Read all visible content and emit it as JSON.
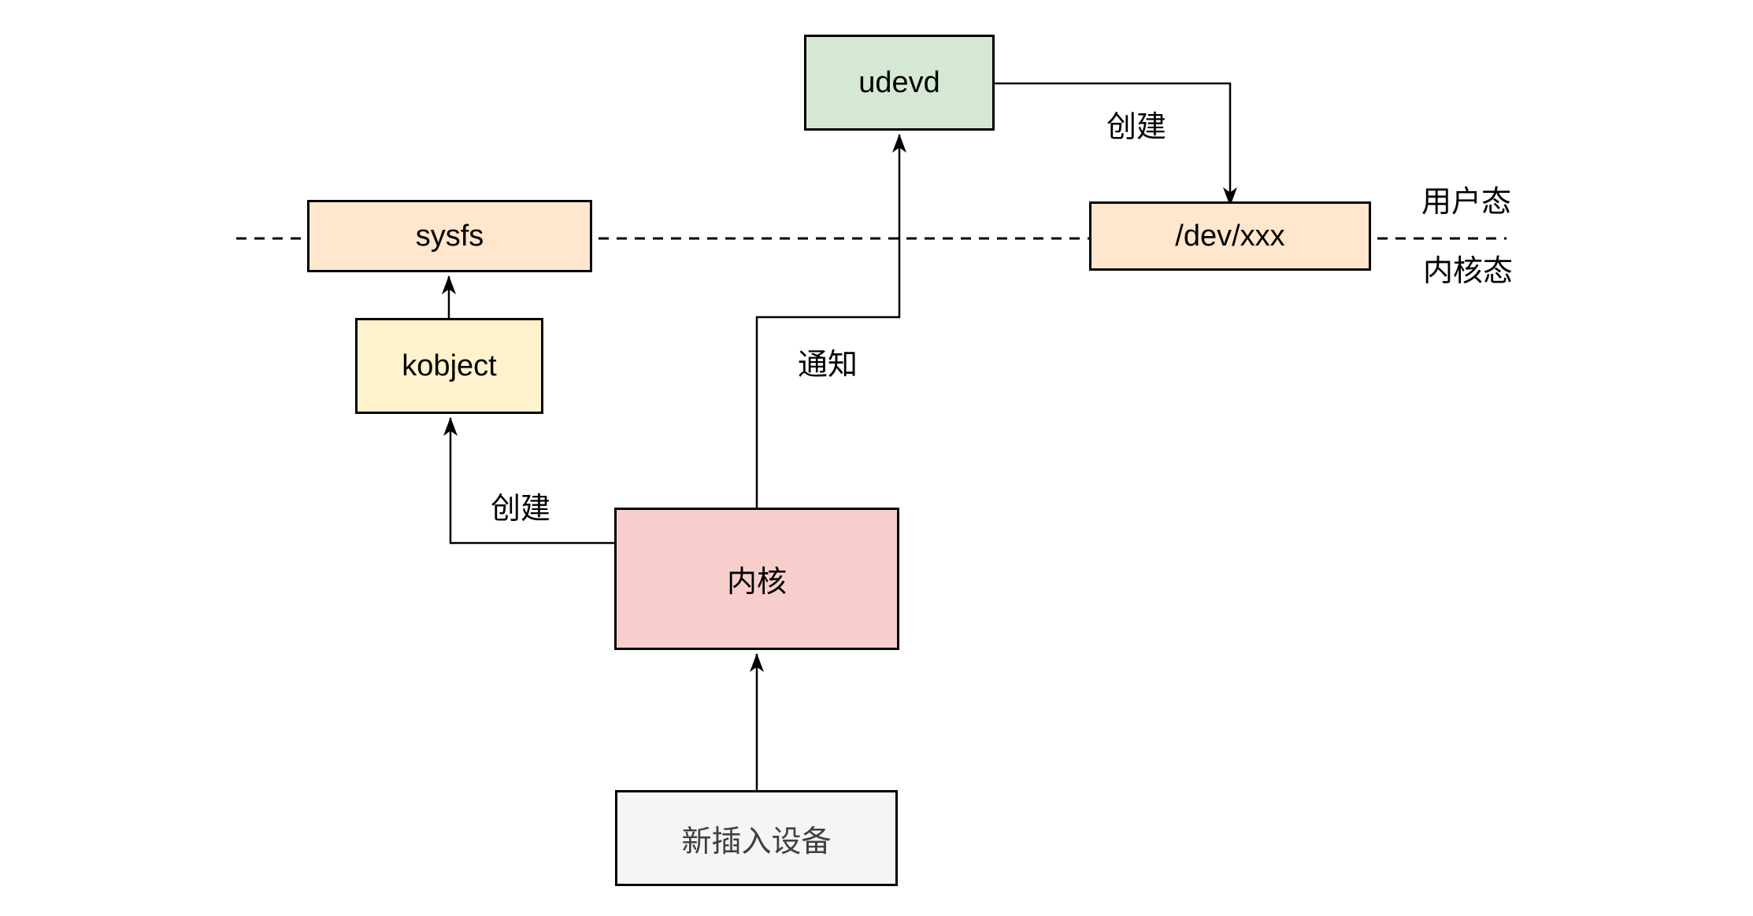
{
  "nodes": {
    "udevd": {
      "label": "udevd",
      "fill": "#d5e8d4"
    },
    "sysfs": {
      "label": "sysfs",
      "fill": "#ffe6cc"
    },
    "dev_xxx": {
      "label": "/dev/xxx",
      "fill": "#ffe6cc"
    },
    "kobject": {
      "label": "kobject",
      "fill": "#fff2cc"
    },
    "kernel": {
      "label": "内核",
      "fill": "#f8cecc"
    },
    "new_device": {
      "label": "新插入设备",
      "fill": "#f5f5f5"
    }
  },
  "edges": {
    "udevd_creates_devnode": {
      "label": "创建"
    },
    "kernel_notifies_udevd": {
      "label": "通知"
    },
    "kernel_creates_kobject": {
      "label": "创建"
    }
  },
  "regions": {
    "user_mode": "用户态",
    "kernel_mode": "内核态"
  },
  "colors": {
    "line": "#000000",
    "border": "#000000",
    "background": "#ffffff"
  }
}
